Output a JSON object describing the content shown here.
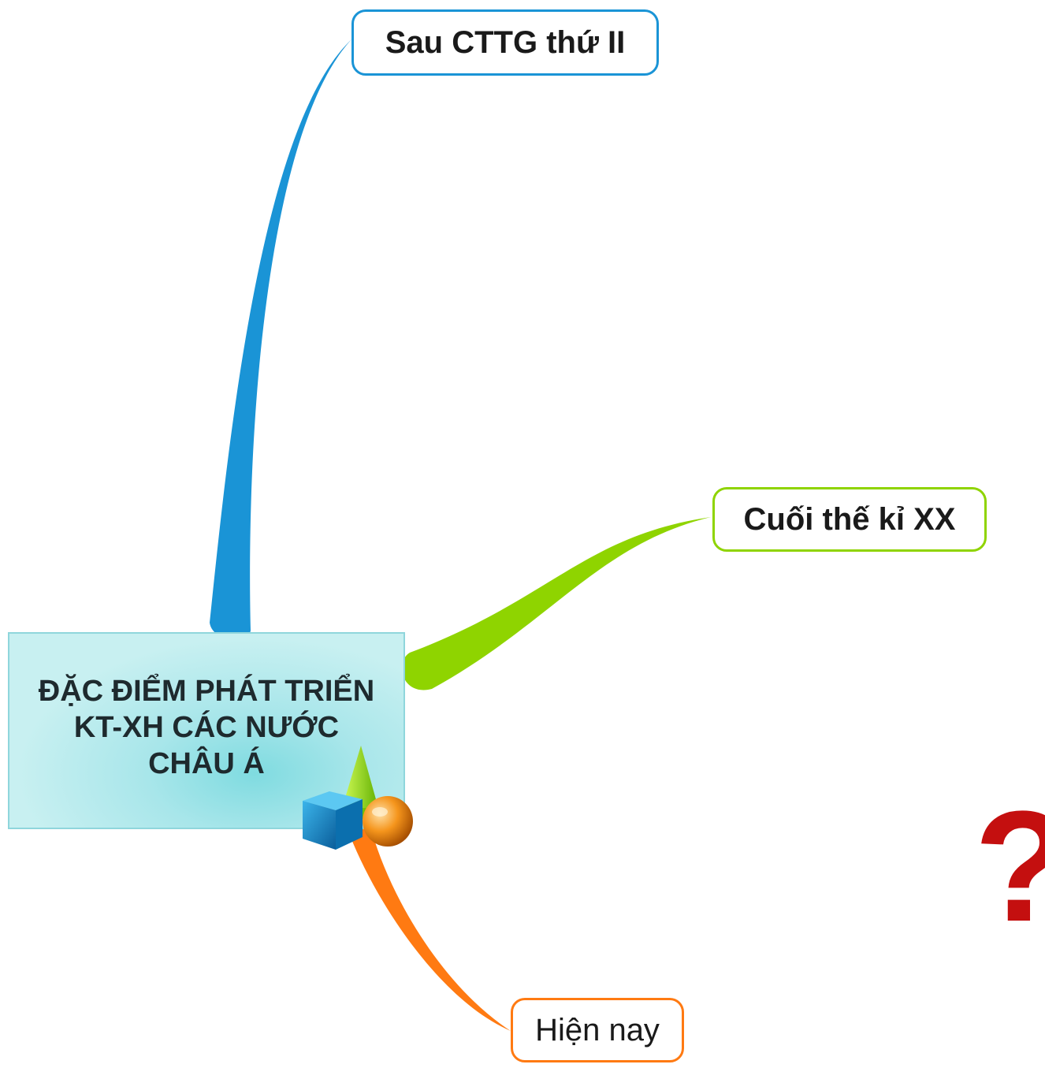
{
  "central_topic": {
    "title": "ĐẶC ĐIỂM PHÁT TRIỂN\nKT-XH CÁC NƯỚC\nCHÂU Á",
    "background_color": "#b8ecee"
  },
  "branches": [
    {
      "label": "Sau CTTG thứ II",
      "color": "#1a94d6"
    },
    {
      "label": "Cuối thế kỉ XX",
      "color": "#8fd400"
    },
    {
      "label": "Hiện nay",
      "color": "#ff7a12"
    }
  ],
  "central_icon": "shapes-icon",
  "question_mark": {
    "symbol": "?",
    "color": "#c40f0f"
  }
}
